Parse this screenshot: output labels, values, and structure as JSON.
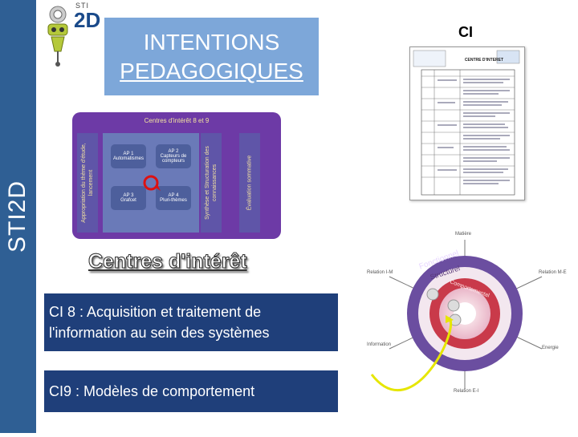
{
  "sidebar": {
    "label": "STI2D"
  },
  "logo": {
    "small_text": "STI",
    "big_text": "2D"
  },
  "title": {
    "line1": "INTENTIONS",
    "line2": "PEDAGOGIQUES"
  },
  "ci_label": "CI",
  "document": {
    "heading": "CENTRE D'INTERET"
  },
  "diagram": {
    "title": "Centres d'intérêt 8 et 9",
    "left_label": "Appropriation du thème d'étude, lancement",
    "sym_label": "Synthèse et Structuration des connaissances",
    "eval_label": "Évaluation sommative",
    "ap1": {
      "code": "AP 1",
      "text": "Automatismes"
    },
    "ap2": {
      "code": "AP 2",
      "text": "Capteurs de compteurs"
    },
    "ap3": {
      "code": "AP 3",
      "text": "Grafcet"
    },
    "ap4": {
      "code": "AP 4",
      "text": "Pluri-thèmes"
    }
  },
  "centres_title": "Centres d'intérêt",
  "box1": {
    "text": "CI 8 : Acquisition et traitement de l'information au sein des systèmes"
  },
  "box2": {
    "text": "CI9 : Modèles de comportement"
  },
  "rings": {
    "matiere": "Matière",
    "relation_im": "Relation I-M",
    "relation_me": "Relation M-E",
    "information": "Information",
    "energie": "Energie",
    "relation_ei": "Relation E-I",
    "fonctionnel": "Fonctionnel",
    "structurel": "Structurel",
    "comportemental": "Comportemental"
  },
  "colors": {
    "sidebar": "#2f5f94",
    "title_box": "#7da7d9",
    "ci_box": "#1f3f7a",
    "diagram": "#6d3aa6",
    "arrow": "#e6e600"
  }
}
